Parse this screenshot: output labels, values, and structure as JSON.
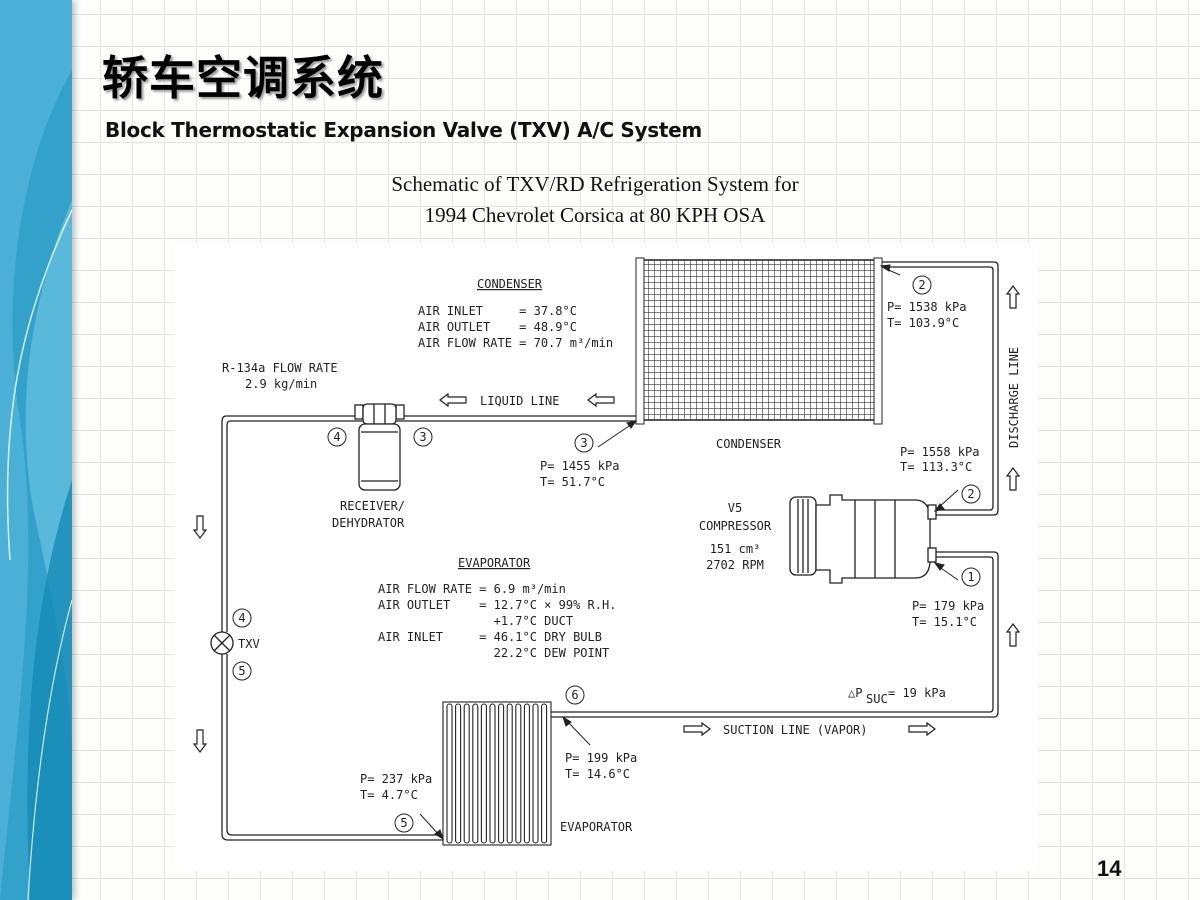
{
  "title": "轿车空调系统",
  "subtitle": "Block Thermostatic Expansion Valve (TXV) A/C System",
  "diagram_title": [
    "Schematic of TXV/RD Refrigeration System for",
    "1994 Chevrolet Corsica at 80 KPH OSA"
  ],
  "page_number": "14",
  "condenser_info": {
    "heading": "CONDENSER",
    "lines": [
      "AIR INLET     = 37.8°C",
      "AIR OUTLET    = 48.9°C",
      "AIR FLOW RATE = 70.7 m³/min"
    ]
  },
  "flow_rate": [
    "R-134a FLOW RATE",
    "2.9 kg/min"
  ],
  "liquid_line": "LIQUID LINE",
  "condenser_label": "CONDENSER",
  "receiver_label": [
    "RECEIVER/",
    "DEHYDRATOR"
  ],
  "point3": {
    "num": "3",
    "p": "P= 1455 kPa",
    "t": "T= 51.7°C"
  },
  "point2": {
    "num": "2",
    "p_top": "P= 1538 kPa",
    "t_top": "T= 103.9°C",
    "p": "P= 1558 kPa",
    "t": "T= 113.3°C"
  },
  "point1": {
    "num": "1",
    "p": "P= 179 kPa",
    "t": "T= 15.1°C"
  },
  "point4": {
    "num": "4"
  },
  "point5": {
    "num": "5",
    "p": "P= 237 kPa",
    "t": "T= 4.7°C"
  },
  "point6": {
    "num": "6",
    "p": "P= 199 kPa",
    "t": "T= 14.6°C"
  },
  "discharge_line": "DISCHARGE LINE",
  "compressor": [
    "V5",
    "COMPRESSOR",
    "151 cm³",
    "2702 RPM"
  ],
  "evaporator_info": {
    "heading": "EVAPORATOR",
    "lines": [
      "AIR FLOW RATE = 6.9 m³/min",
      "AIR OUTLET    = 12.7°C × 99% R.H.",
      "                +1.7°C DUCT",
      "AIR INLET     = 46.1°C DRY BULB",
      "                22.2°C DEW POINT"
    ]
  },
  "txv_label": "TXV",
  "delta_p": "△P",
  "delta_p_sub": "SUC",
  "delta_p_value": "= 19 kPa",
  "suction_line": "SUCTION LINE (VAPOR)",
  "evaporator_label": "EVAPORATOR",
  "colors": {
    "sidebar": "#4bb0d8",
    "sidebar_dark": "#1c8fb8"
  }
}
